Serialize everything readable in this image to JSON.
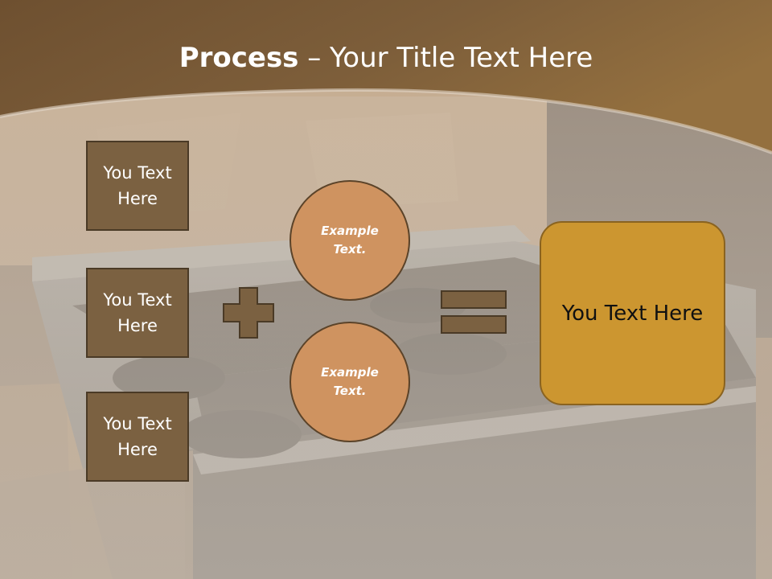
{
  "title": {
    "bold": "Process",
    "rest": " – Your Title Text Here"
  },
  "inputs": [
    {
      "label": "You Text Here"
    },
    {
      "label": "You Text Here"
    },
    {
      "label": "You Text Here"
    }
  ],
  "circles": [
    {
      "label": "Example Text."
    },
    {
      "label": "Example Text."
    }
  ],
  "result": {
    "label": "You Text Here"
  },
  "colors": {
    "header": "#7a5a36",
    "box_fill": "#7b6141",
    "circle_fill": "#cf9360",
    "result_fill": "#cc9630"
  },
  "icons": {
    "plus": "plus-icon",
    "equals": "equals-icon"
  }
}
